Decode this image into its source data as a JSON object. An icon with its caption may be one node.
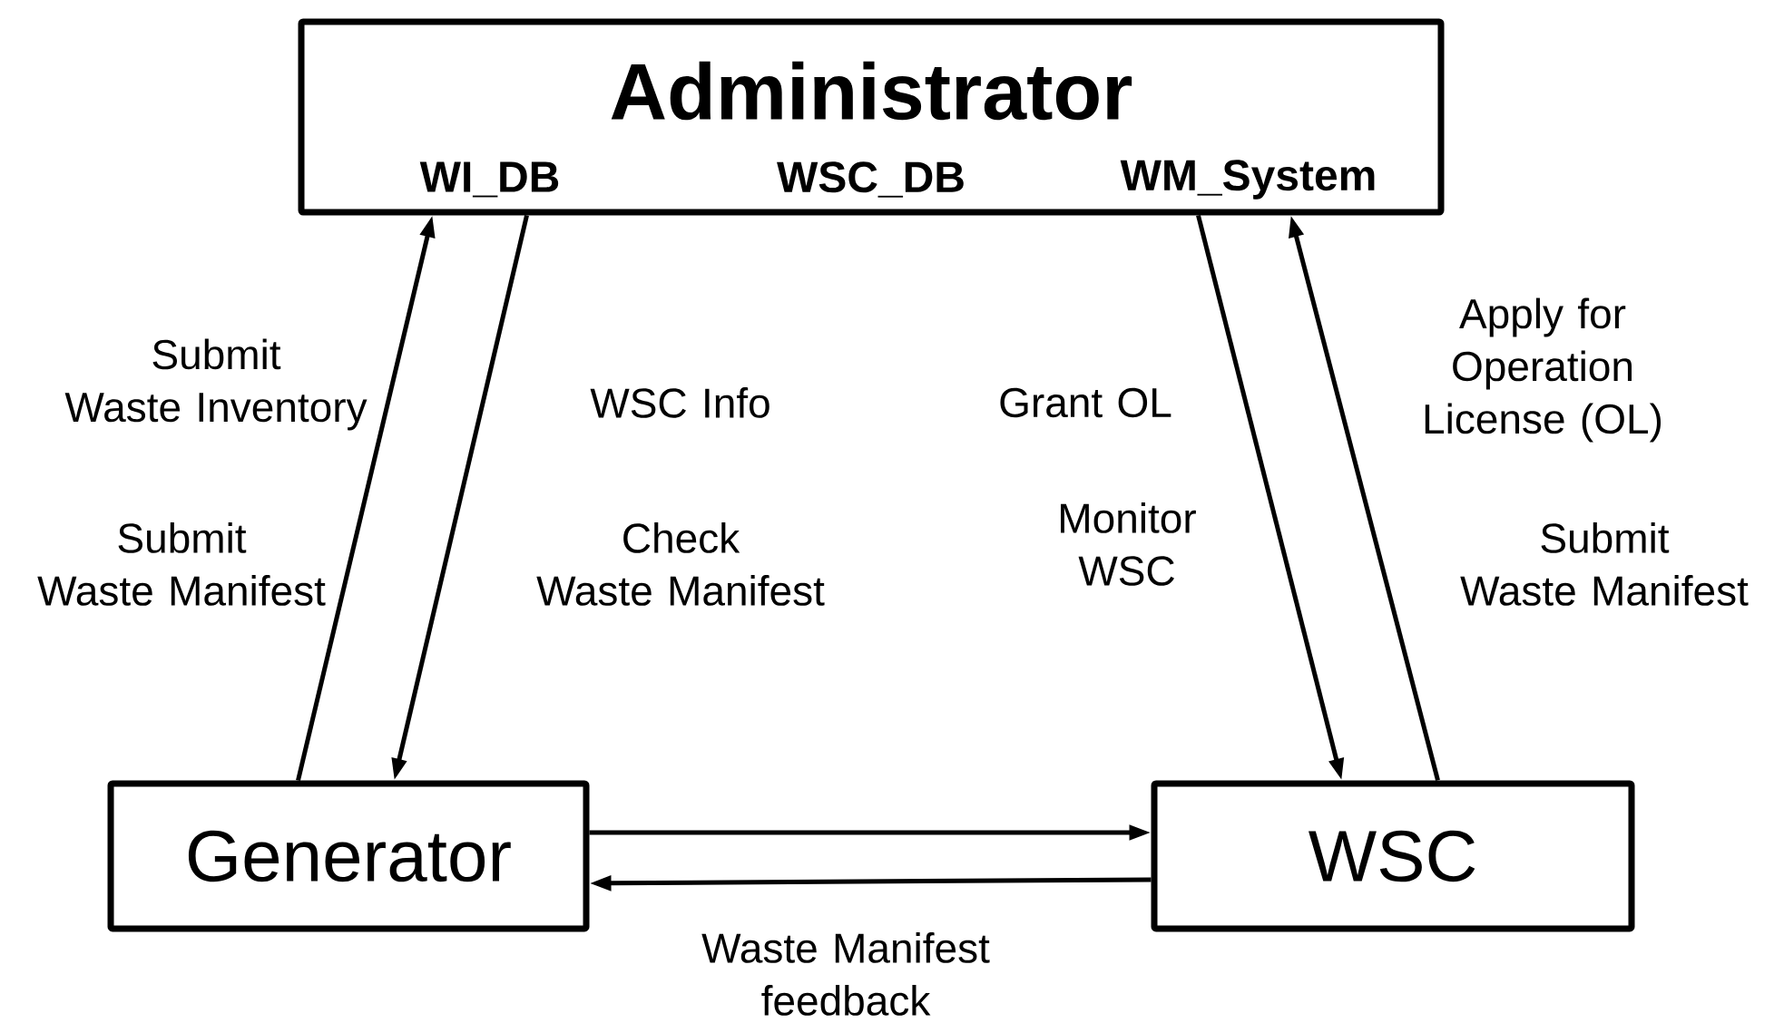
{
  "diagram": {
    "nodes": [
      {
        "text": [
          "Administrator",
          "WI_DB",
          "WSC_DB",
          "WM_System"
        ]
      },
      {
        "text": [
          "Generator"
        ]
      },
      {
        "text": [
          "WSC"
        ]
      }
    ],
    "edges": [
      {
        "from": 1,
        "to": 0,
        "arrow": "to",
        "label": "Submit Waste Inventory"
      },
      {
        "from": 0,
        "to": 1,
        "arrow": "to",
        "label": "WSC Info"
      },
      {
        "from": 0,
        "to": 2,
        "arrow": "to",
        "label": "Grant OL"
      },
      {
        "from": 2,
        "to": 0,
        "arrow": "to",
        "label": "Apply for Operation License (OL)"
      },
      {
        "from": 1,
        "to": 2,
        "arrow": "to"
      },
      {
        "from": 2,
        "to": 1,
        "arrow": "to",
        "label": "Waste Manifest feedback"
      }
    ],
    "labels": [
      "Submit Waste Manifest",
      "Check Waste Manifest",
      "Monitor WSC",
      "Submit Waste Manifest"
    ]
  }
}
